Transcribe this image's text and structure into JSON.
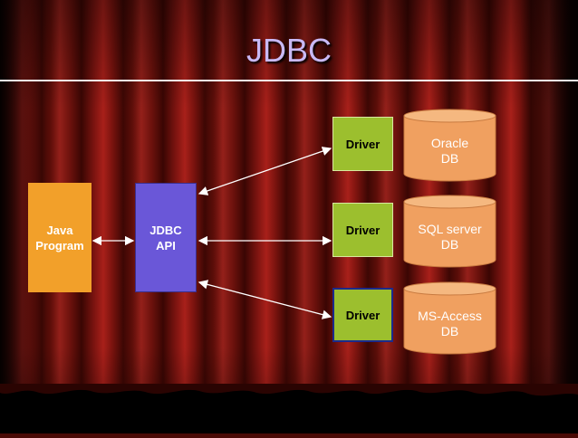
{
  "title": "JDBC",
  "nodes": {
    "java_program": "Java\nProgram",
    "jdbc_api": "JDBC\nAPI",
    "drivers": [
      "Driver",
      "Driver",
      "Driver"
    ],
    "databases": [
      "Oracle\nDB",
      "SQL server\nDB",
      "MS-Access\nDB"
    ]
  },
  "colors": {
    "java_program": "#f2a02a",
    "jdbc_api": "#6a57d8",
    "driver": "#9cbf2e",
    "database": "#f0a060",
    "title": "#c9b9f5"
  }
}
